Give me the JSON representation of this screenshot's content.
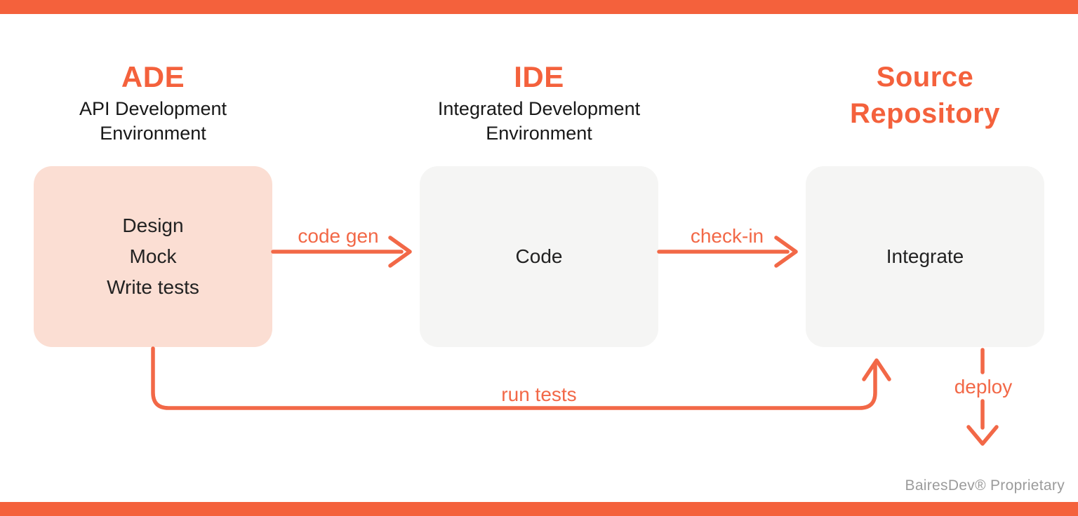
{
  "meta": {
    "accent_color": "#F4613C",
    "arrow_color": "#F26847",
    "ade_box_color": "#FBDED3",
    "neutral_box_color": "#F5F5F4"
  },
  "columns": [
    {
      "title": "ADE",
      "subtitle": "API Development Environment",
      "box_lines": [
        "Design",
        "Mock",
        "Write tests"
      ]
    },
    {
      "title": "IDE",
      "subtitle": "Integrated Development Environment",
      "box_lines": [
        "Code"
      ]
    },
    {
      "title": "Source Repository",
      "subtitle": "",
      "box_lines": [
        "Integrate"
      ]
    }
  ],
  "arrow_labels": {
    "code_gen": "code gen",
    "check_in": "check-in",
    "run_tests": "run tests",
    "deploy": "deploy"
  },
  "footer": {
    "note": "BairesDev® Proprietary"
  }
}
